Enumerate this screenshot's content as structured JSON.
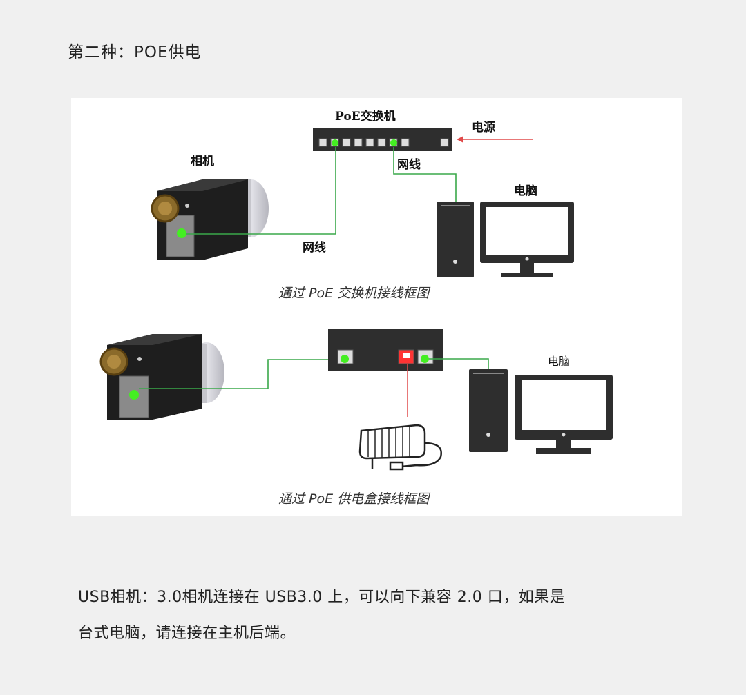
{
  "heading": "第二种：POE供电",
  "diagram1": {
    "switch_label": "PoE交换机",
    "power_label": "电源",
    "camera_label": "相机",
    "cable_label_top": "网线",
    "cable_label_bottom": "网线",
    "pc_label": "电脑",
    "caption": "通过 PoE 交换机接线框图"
  },
  "diagram2": {
    "pc_label": "电脑",
    "caption": "通过 PoE 供电盒接线框图"
  },
  "footer": {
    "line1": "USB相机：3.0相机连接在 USB3.0 上，可以向下兼容 2.0 口，如果是",
    "line2": "台式电脑，请连接在主机后端。"
  },
  "colors": {
    "cable_green": "#3aa84a",
    "port_green": "#44ee22",
    "power_red": "#e04a4a",
    "device_dark": "#2e2e2e"
  }
}
